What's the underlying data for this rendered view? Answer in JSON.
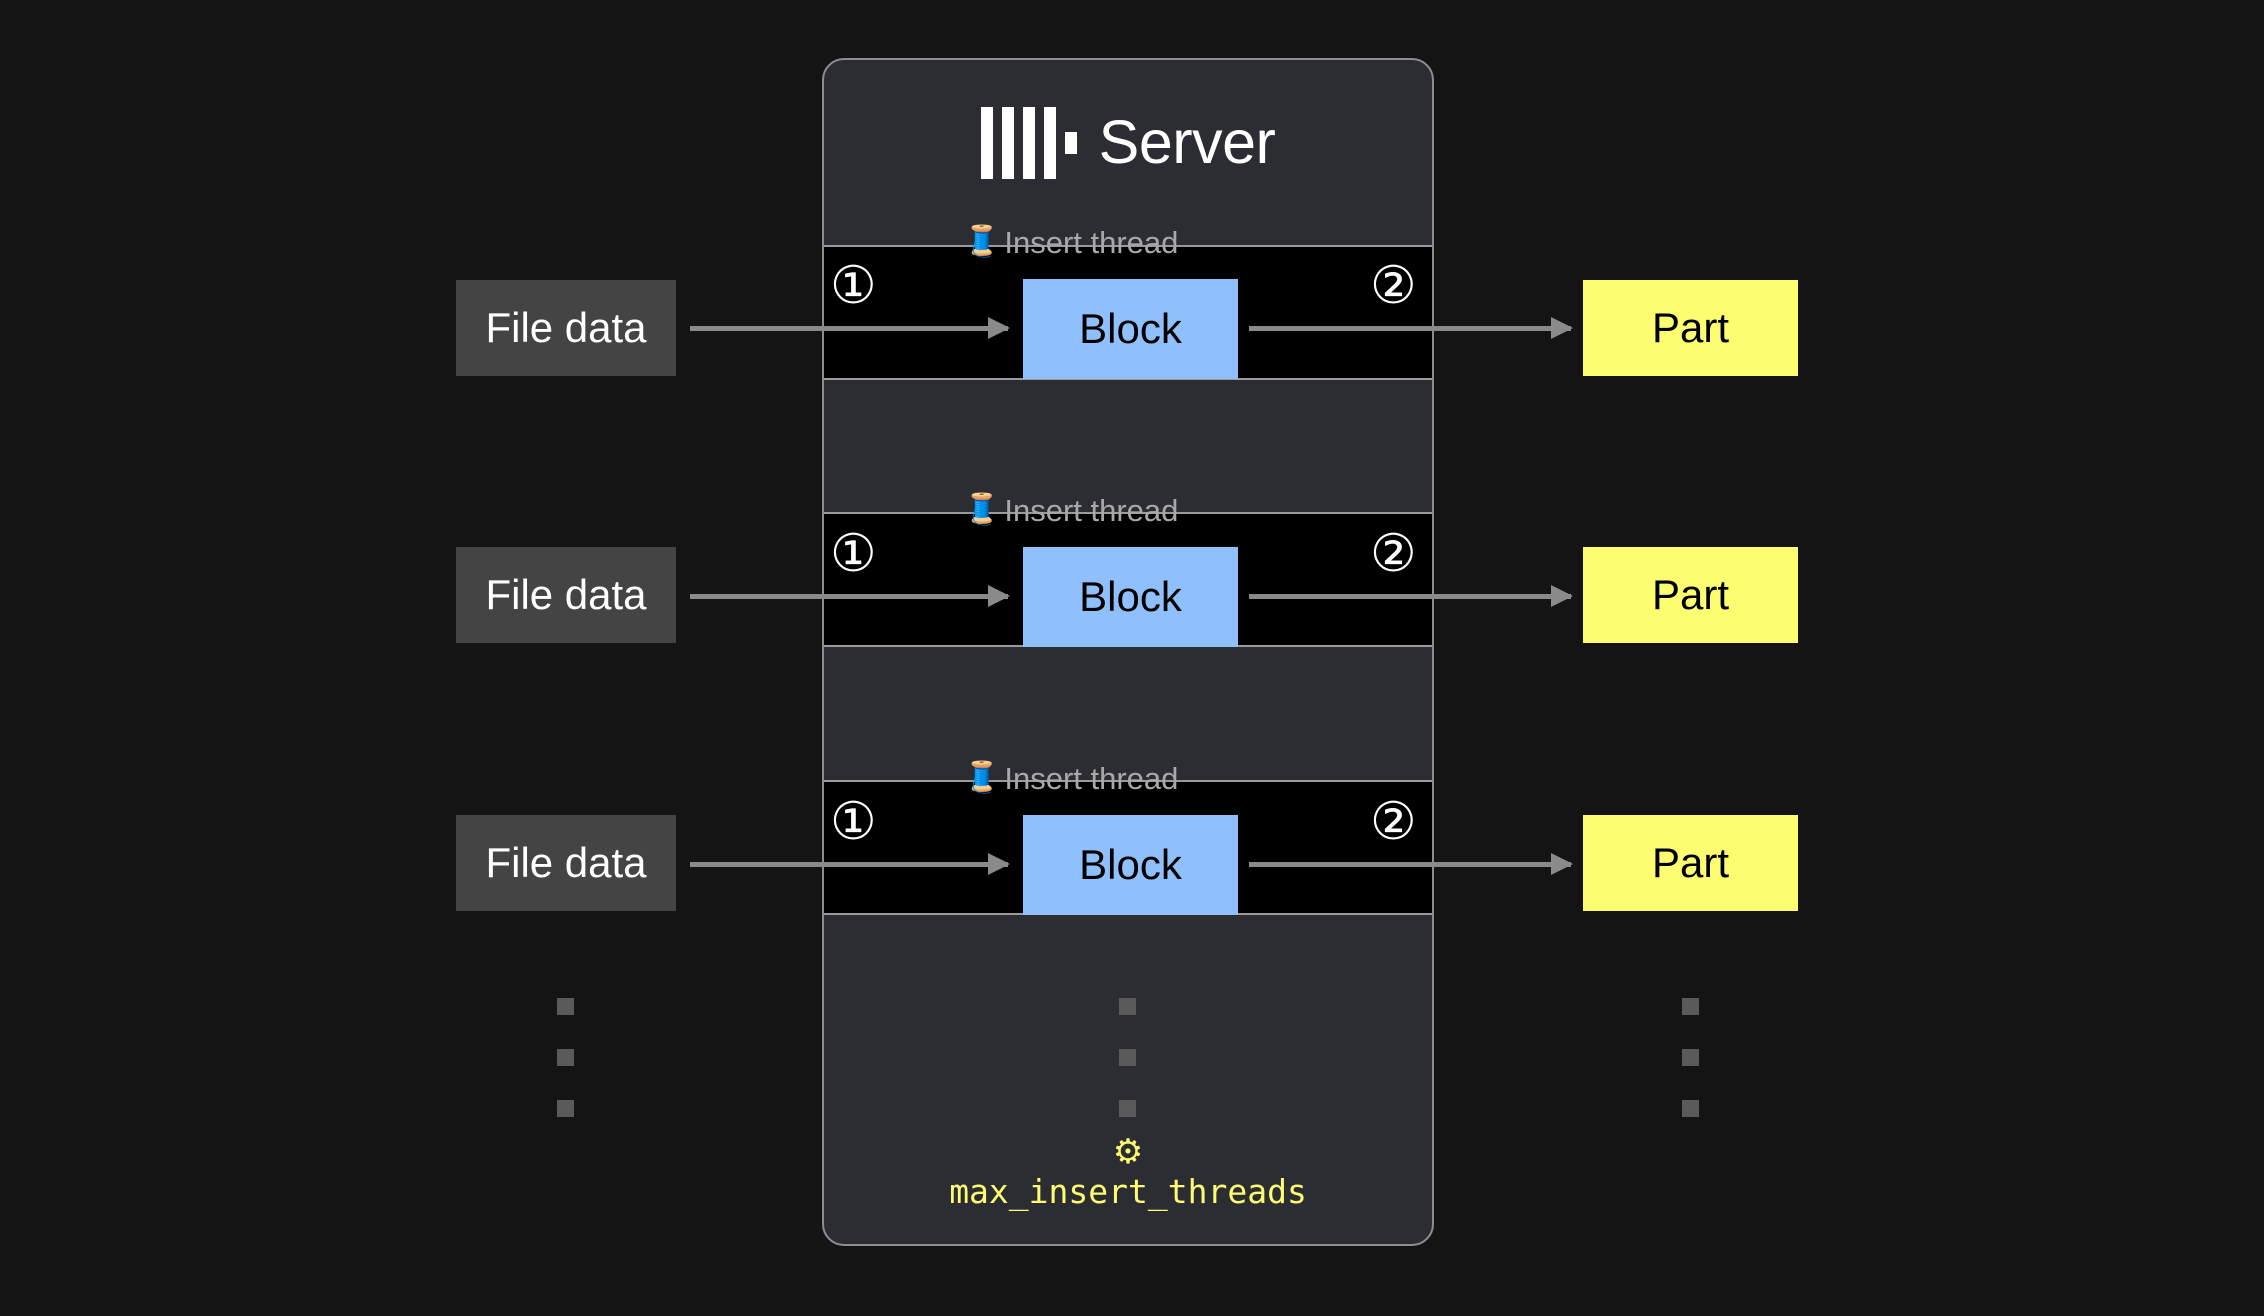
{
  "page": {
    "background_color": "#141414"
  },
  "server_card": {
    "title": "Server",
    "logo_icon": "clickhouse-logo",
    "background_color": "#2b2d33",
    "border_color": "#8d8d8d"
  },
  "threads": [
    {
      "id": "thread-1",
      "label": "Insert thread",
      "label_icon": "thread-spool-emoji",
      "spool": "🧵",
      "step_in": "①",
      "step_out": "②",
      "source": "File data",
      "block": "Block",
      "output": "Part"
    },
    {
      "id": "thread-2",
      "label": "Insert thread",
      "label_icon": "thread-spool-emoji",
      "spool": "🧵",
      "step_in": "①",
      "step_out": "②",
      "source": "File data",
      "block": "Block",
      "output": "Part"
    },
    {
      "id": "thread-3",
      "label": "Insert thread",
      "label_icon": "thread-spool-emoji",
      "spool": "🧵",
      "step_in": "①",
      "step_out": "②",
      "source": "File data",
      "block": "Block",
      "output": "Part"
    }
  ],
  "ellipsis": {
    "glyph_count": 3,
    "columns": [
      "left",
      "center",
      "right"
    ]
  },
  "setting": {
    "icon": "gear-icon",
    "gear_glyph": "⚙",
    "name": "max_insert_threads",
    "color": "#fcfd70"
  },
  "colors": {
    "file_data_box": "#444444",
    "block_box": "#8fc0fb",
    "part_box": "#fcfd70",
    "panel": "#000000",
    "panel_border": "#9a9a9a",
    "arrow": "#8a8a8a",
    "thread_label_text": "#a8a8a8"
  }
}
